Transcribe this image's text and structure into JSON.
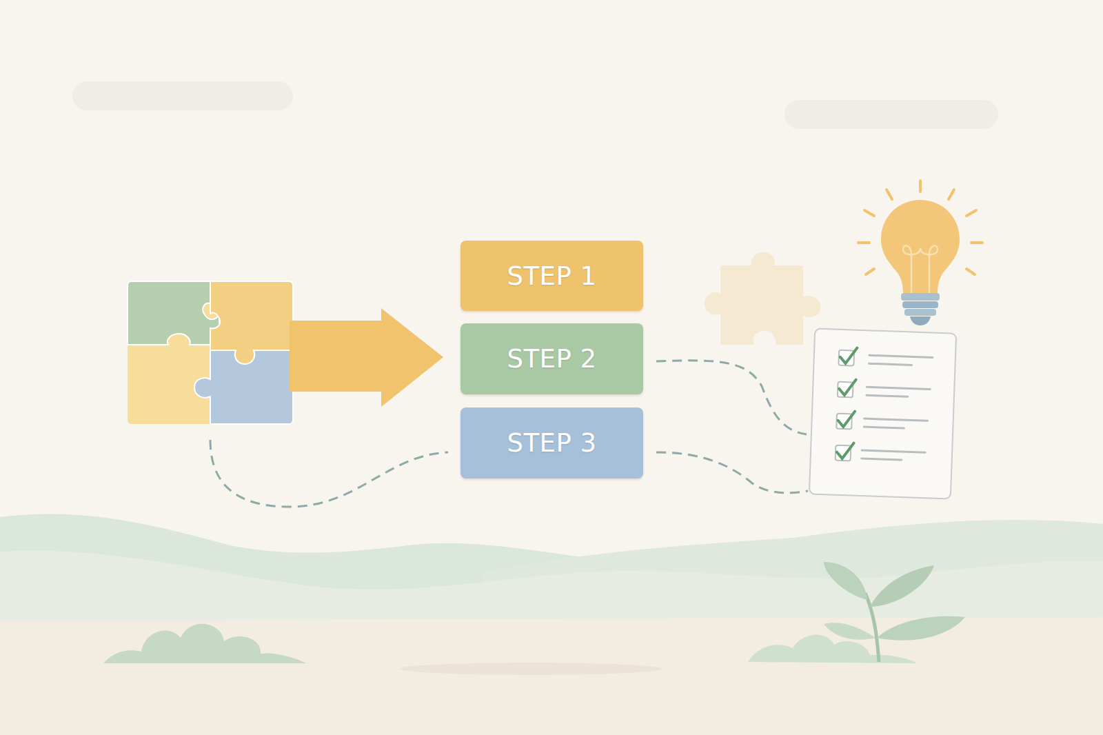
{
  "diagram": {
    "nodes": [
      {
        "text": [
          "STEP 1"
        ]
      },
      {
        "text": [
          "STEP 2"
        ]
      },
      {
        "text": [
          "STEP 3"
        ]
      }
    ]
  }
}
